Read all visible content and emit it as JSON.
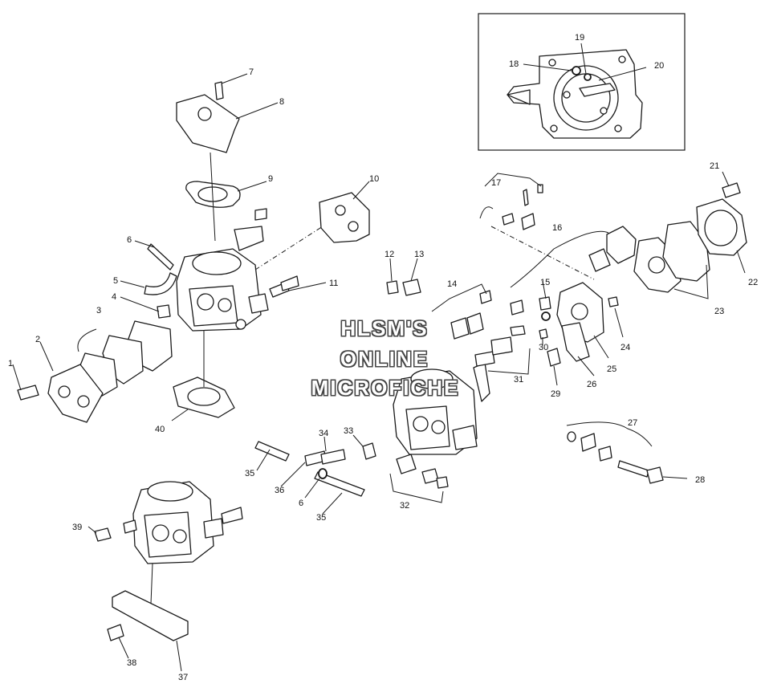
{
  "watermark": {
    "line1": "HLSM'S",
    "line2": "ONLINE",
    "line3": "MICROFICHE"
  },
  "callouts": {
    "c1": "1",
    "c2": "2",
    "c3": "3",
    "c4": "4",
    "c5": "5",
    "c6a": "6",
    "c6b": "6",
    "c7": "7",
    "c8": "8",
    "c9": "9",
    "c10": "10",
    "c11": "11",
    "c12": "12",
    "c13": "13",
    "c14": "14",
    "c15": "15",
    "c16": "16",
    "c17": "17",
    "c18": "18",
    "c19": "19",
    "c20": "20",
    "c21": "21",
    "c22": "22",
    "c23": "23",
    "c24": "24",
    "c25": "25",
    "c26": "26",
    "c27": "27",
    "c28": "28",
    "c29": "29",
    "c30": "30",
    "c31": "31",
    "c32": "32",
    "c33": "33",
    "c34": "34",
    "c35a": "35",
    "c35b": "35",
    "c36": "36",
    "c37": "37",
    "c38": "38",
    "c39": "39",
    "c40": "40"
  }
}
